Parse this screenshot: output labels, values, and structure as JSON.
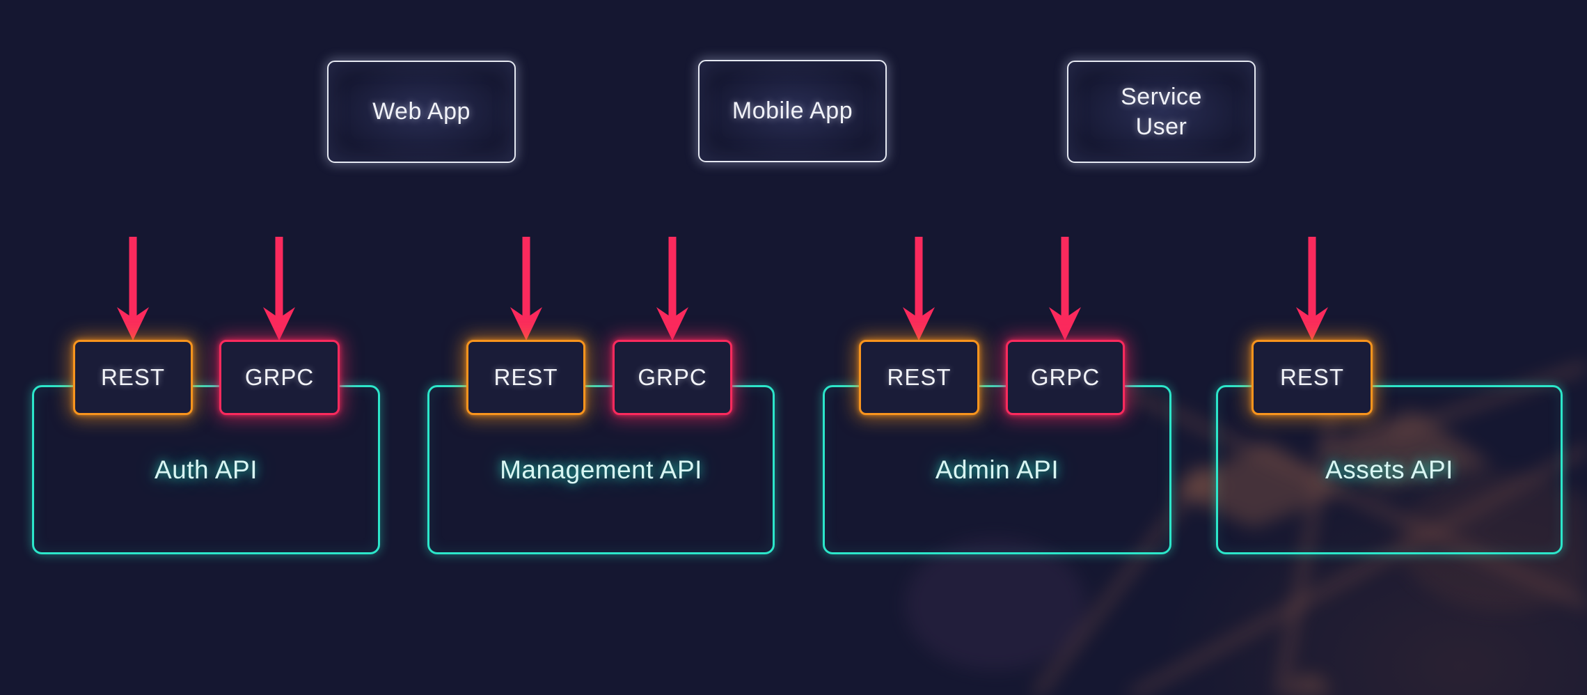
{
  "diagram": {
    "clients": [
      {
        "label": "Web App"
      },
      {
        "label": "Mobile App"
      },
      {
        "label": "Service User"
      }
    ],
    "apis": [
      {
        "label": "Auth API",
        "protocols": [
          {
            "name": "REST"
          },
          {
            "name": "GRPC"
          }
        ]
      },
      {
        "label": "Management API",
        "protocols": [
          {
            "name": "REST"
          },
          {
            "name": "GRPC"
          }
        ]
      },
      {
        "label": "Admin API",
        "protocols": [
          {
            "name": "REST"
          },
          {
            "name": "GRPC"
          }
        ]
      },
      {
        "label": "Assets API",
        "protocols": [
          {
            "name": "REST"
          }
        ]
      }
    ]
  },
  "colors": {
    "background": "#151731",
    "teal_border": "#2ce6ca",
    "rest_orange": "#f8941d",
    "grpc_pink": "#fb2a5d",
    "arrow_pink": "#fb2a5d",
    "client_border_white": "#e6e9f2"
  }
}
